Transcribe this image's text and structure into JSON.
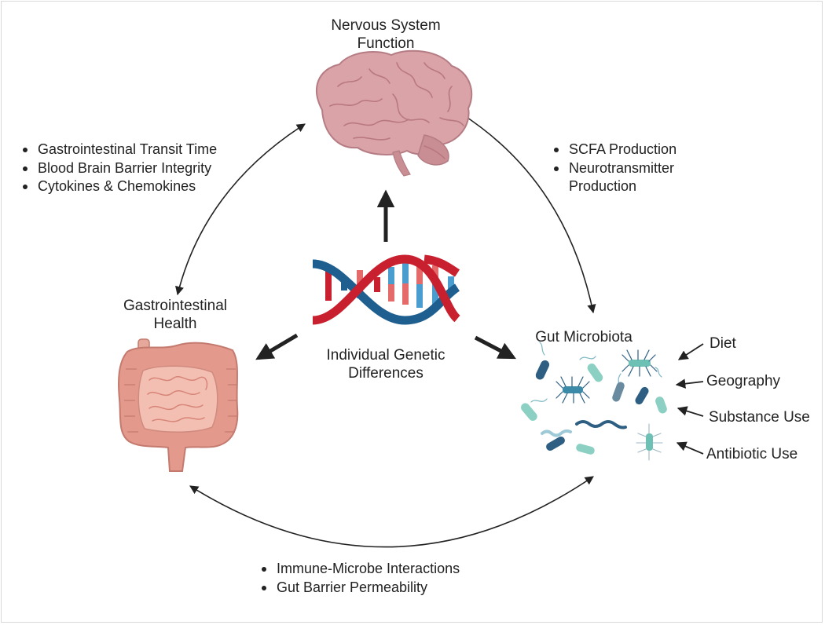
{
  "nodes": {
    "nervous_system": "Nervous System\nFunction",
    "gi_health": "Gastrointestinal\nHealth",
    "gut_microbiota": "Gut Microbiota",
    "genetics": "Individual Genetic\nDifferences"
  },
  "edges": {
    "brain_gi": [
      "Gastrointestinal Transit Time",
      "Blood Brain Barrier Integrity",
      "Cytokines & Chemokines"
    ],
    "brain_microbiota": [
      "SCFA Production",
      "Neurotransmitter Production"
    ],
    "gi_microbiota": [
      "Immune-Microbe Interactions",
      "Gut Barrier Permeability"
    ]
  },
  "factors": [
    "Diet",
    "Geography",
    "Substance Use",
    "Antibiotic Use"
  ],
  "colors": {
    "dna_red": "#c8202e",
    "dna_blue": "#1f5f8f",
    "brain": "#d9a3a8",
    "intestine": "#e39a8d",
    "bacteria_teal": "#6cc0b4",
    "bacteria_navy": "#2e5f82"
  }
}
